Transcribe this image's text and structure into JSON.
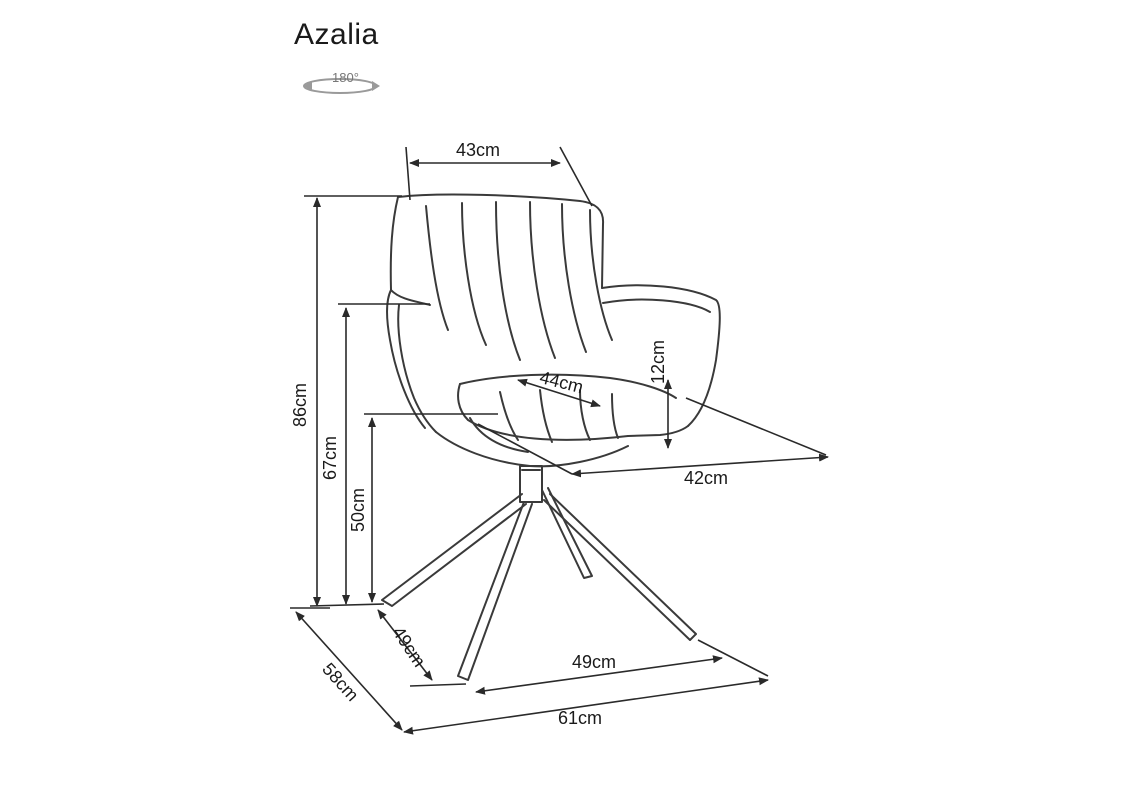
{
  "product": {
    "name": "Azalia",
    "rotation_label": "180°"
  },
  "dimensions": {
    "seat_back_width": "43cm",
    "total_height": "86cm",
    "armrest_height": "67cm",
    "seat_height": "50cm",
    "seat_width": "44cm",
    "armrest_above_seat": "12cm",
    "seat_depth": "42cm",
    "base_depth": "49cm",
    "base_width": "49cm",
    "total_depth": "58cm",
    "total_width": "61cm"
  },
  "colors": {
    "line": "#2a2a2a",
    "outline": "#3a3a3a"
  }
}
